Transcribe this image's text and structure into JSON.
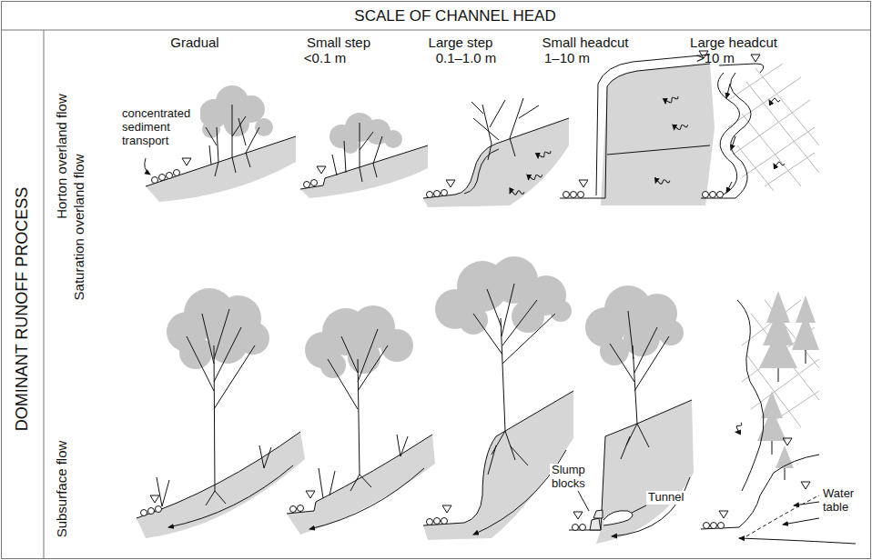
{
  "diagram": {
    "title": "SCALE OF CHANNEL HEAD",
    "labels": [
      "DOMINANT RUNOFF PROCESS",
      "Gradual",
      "Small step",
      "<0.1 m",
      "Large step",
      "0.1–1.0 m",
      "Small headcut",
      "1–10 m",
      "Large headcut",
      ">10 m",
      "Horton overland flow",
      "Saturation overland flow",
      "Subsurface flow",
      "concentrated sediment transport",
      "Slump blocks",
      "Tunnel",
      "Water table"
    ]
  }
}
